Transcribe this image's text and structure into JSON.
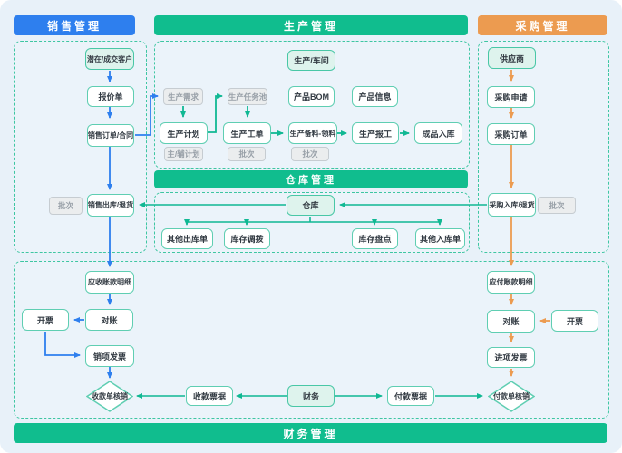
{
  "sections": {
    "sales": "销售管理",
    "production": "生产管理",
    "purchase": "采购管理",
    "warehouse": "仓库管理",
    "finance": "财务管理"
  },
  "nodes": {
    "customer": "潜在/成交客户",
    "quotation": "报价单",
    "sales_order": "销售订单/合同",
    "batch_sales": "批次",
    "sales_outbound": "销售出库/退货",
    "ar_detail": "应收账款明细",
    "ar_reconcile": "对账",
    "ar_invoice": "开票",
    "sales_invoice": "销项发票",
    "receipt_writeoff": "收款单核销",
    "receipt_doc": "收款票据",
    "finance": "财务",
    "payment_doc": "付款票据",
    "payment_writeoff": "付款单核销",
    "workshop": "生产/车间",
    "prod_demand": "生产需求",
    "task_pool": "生产任务池",
    "product_bom": "产品BOM",
    "product_info": "产品信息",
    "prod_plan": "生产计划",
    "plan_sub": "主/辅计划",
    "work_order": "生产工单",
    "batch_workorder": "批次",
    "material": "生产备料-领料",
    "batch_material": "批次",
    "report_work": "生产报工",
    "finished_in": "成品入库",
    "warehouse": "仓库",
    "other_out": "其他出库单",
    "transfer": "库存调拨",
    "stocktake": "库存盘点",
    "other_in": "其他入库单",
    "supplier": "供应商",
    "purchase_request": "采购申请",
    "purchase_order": "采购订单",
    "purchase_inbound": "采购入库/退货",
    "batch_purchase": "批次",
    "ap_detail": "应付账款明细",
    "ap_reconcile": "对账",
    "ap_invoice": "开票",
    "purchase_invoice": "进项发票"
  },
  "palette": {
    "sales_blue": "#2e7fee",
    "process_green": "#10bd8e",
    "purchase_orange": "#ec9b50",
    "teal_line": "#10b893",
    "node_border": "#5fceb2",
    "mint_fill": "#def3ed",
    "gray_fill": "#ebedee",
    "gray_text": "#98a0a8",
    "canvas_bg": "#e8f1f9",
    "dashed_border": "#3ec6a2"
  }
}
